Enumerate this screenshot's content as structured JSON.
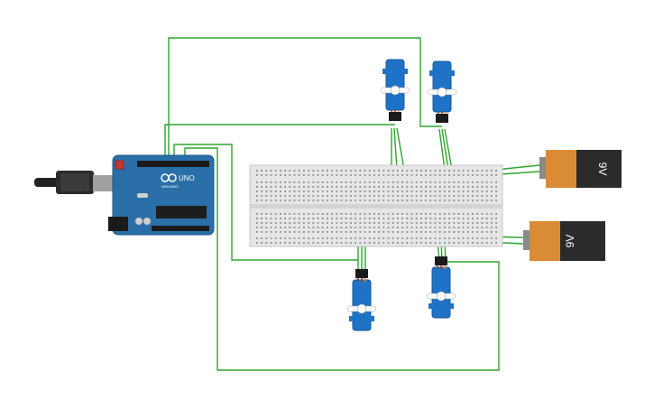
{
  "canvas": {
    "background": "#ffffff"
  },
  "arduino": {
    "logo_text": "UNO",
    "brand_text": "ARDUINO",
    "board_color": "#2a6fa8",
    "usb_color": "#9a9a9a"
  },
  "breadboard": {
    "color": "#e6e6e6",
    "hole_color": "#8a8a8a"
  },
  "batteries": [
    {
      "label": "9V",
      "top_color": "#d98b35",
      "body_color": "#2b2b2b"
    },
    {
      "label": "9V",
      "top_color": "#d98b35",
      "body_color": "#2b2b2b"
    }
  ],
  "servos": {
    "count": 4,
    "body_color": "#1f73c6",
    "horn_color": "#ffffff"
  },
  "wires": {
    "color": "#2fa52f"
  }
}
